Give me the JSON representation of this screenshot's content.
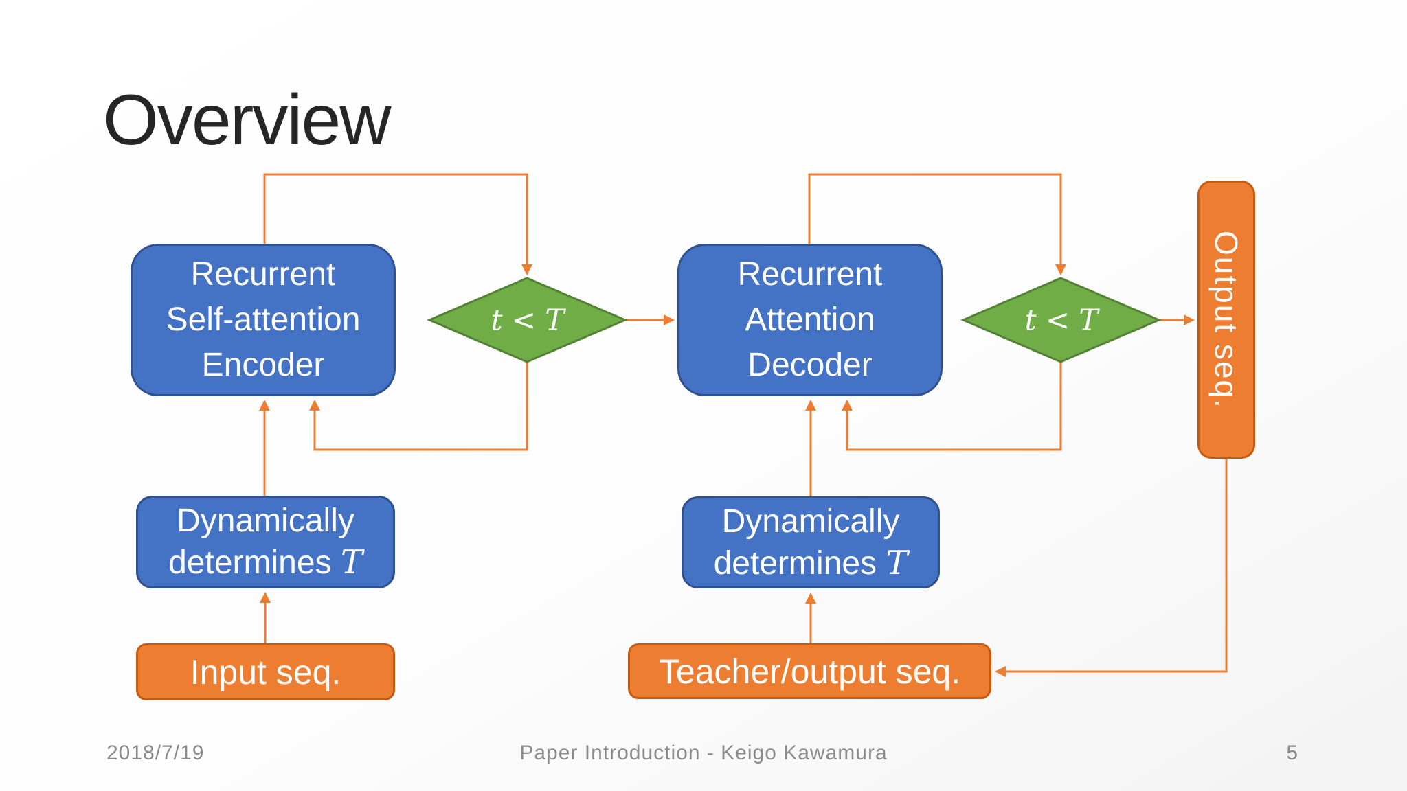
{
  "title": "Overview",
  "nodes": {
    "encoder": {
      "line1": "Recurrent",
      "line2": "Self-attention",
      "line3": "Encoder"
    },
    "decoder": {
      "line1": "Recurrent",
      "line2": "Attention",
      "line3": "Decoder"
    },
    "condition1": {
      "label": "t < T"
    },
    "condition2": {
      "label": "t < T"
    },
    "dyn1": {
      "line1": "Dynamically",
      "line2": "determines",
      "symbol": "T"
    },
    "dyn2": {
      "line1": "Dynamically",
      "line2": "determines",
      "symbol": "T"
    },
    "input": {
      "label": "Input seq."
    },
    "teacher": {
      "label": "Teacher/output seq."
    },
    "output": {
      "label": "Output seq."
    }
  },
  "footer": {
    "date": "2018/7/19",
    "credit": "Paper Introduction - Keigo Kawamura",
    "page_number": "5"
  },
  "colors": {
    "box_blue_fill": "#4472C4",
    "box_blue_border": "#2F528F",
    "diamond_green_fill": "#70AD47",
    "diamond_green_border": "#548235",
    "orange_fill": "#ED7D31",
    "orange_border": "#C55A11",
    "arrow": "#ED7D31",
    "title_text": "#262626",
    "footer_text": "#8C8C8C",
    "node_text": "#FFFFFF"
  }
}
